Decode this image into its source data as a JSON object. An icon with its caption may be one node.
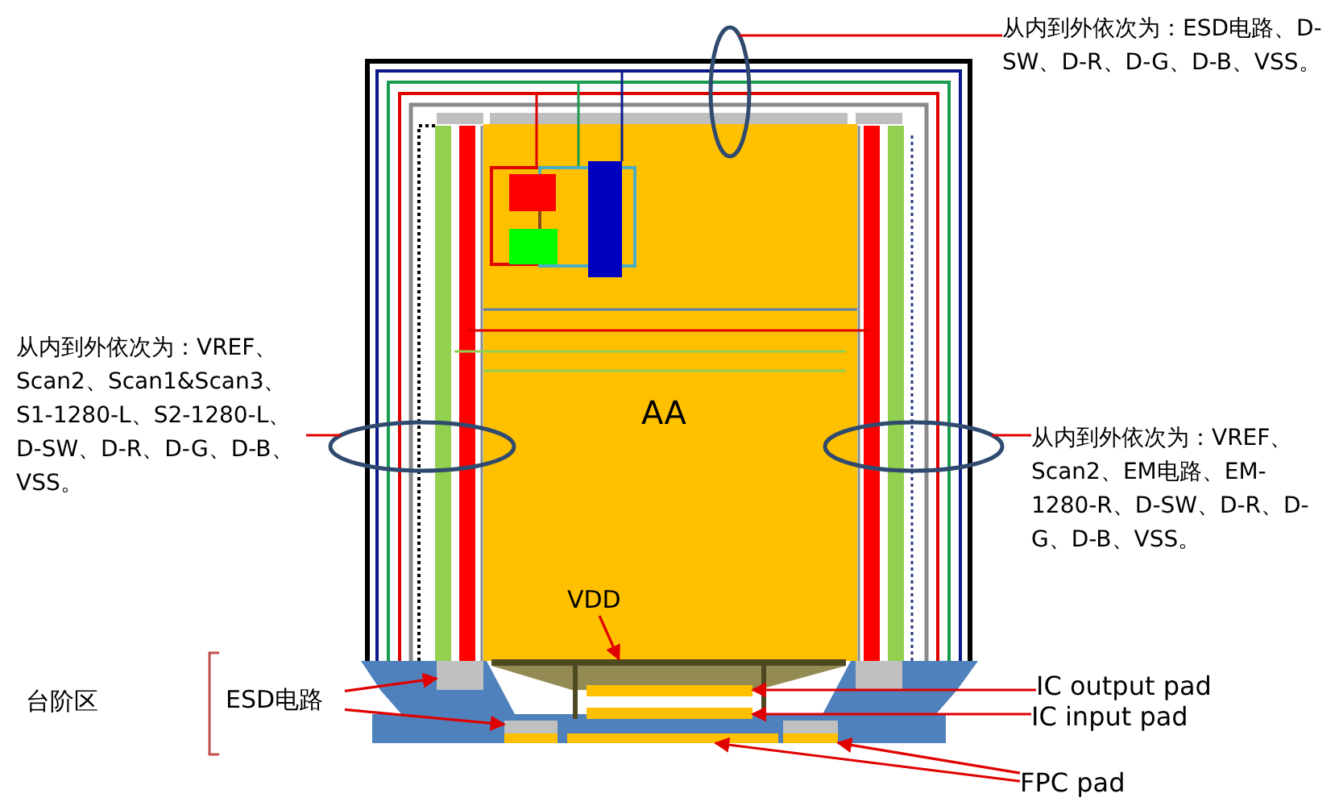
{
  "diagram": {
    "nodes": [
      {
        "text": [
          "从内到外依次为：ESD电路、D-SW、D-R、D-G、D-B、VSS。"
        ]
      },
      {
        "text": [],
        "shape": "ellipse"
      },
      {
        "text": [
          "从内到外依次为：VREF、Scan2、Scan1&Scan3、S1-1280-L、S2-1280-L、D-SW、D-R、D-G、D-B、VSS。"
        ]
      },
      {
        "text": [],
        "shape": "ellipse"
      },
      {
        "text": [
          "从内到外依次为：VREF、Scan2、EM电路、EM-1280-R、D-SW、D-R、D-G、D-B、VSS。"
        ]
      },
      {
        "text": [],
        "shape": "ellipse"
      },
      {
        "text": [
          "AA"
        ]
      },
      {
        "text": [
          "VDD"
        ],
        "in": 6
      },
      {
        "text": [],
        "shape": "bar"
      },
      {
        "text": [
          "ESD电路"
        ]
      },
      {
        "text": [],
        "shape": "box"
      },
      {
        "text": [],
        "shape": "box"
      },
      {
        "text": [
          "IC output pad"
        ]
      },
      {
        "text": [],
        "shape": "bar"
      },
      {
        "text": [
          "IC input pad"
        ]
      },
      {
        "text": [],
        "shape": "bar"
      },
      {
        "text": [
          "FPC pad"
        ]
      },
      {
        "text": [],
        "shape": "bar"
      },
      {
        "text": [],
        "shape": "bar"
      }
    ],
    "edges": [
      {
        "from": 0,
        "to": 1,
        "arrow": "none"
      },
      {
        "from": 2,
        "to": 3,
        "arrow": "none"
      },
      {
        "from": 4,
        "to": 5,
        "arrow": "none"
      },
      {
        "from": 7,
        "to": 8,
        "arrow": "to"
      },
      {
        "from": 9,
        "to": 10,
        "arrow": "to"
      },
      {
        "from": 9,
        "to": 11,
        "arrow": "to"
      },
      {
        "from": 12,
        "to": 13,
        "arrow": "to"
      },
      {
        "from": 14,
        "to": 15,
        "arrow": "to"
      },
      {
        "from": 16,
        "to": 17,
        "arrow": "to"
      },
      {
        "from": 16,
        "to": 18,
        "arrow": "to"
      }
    ],
    "labels": [
      "台阶区"
    ]
  }
}
